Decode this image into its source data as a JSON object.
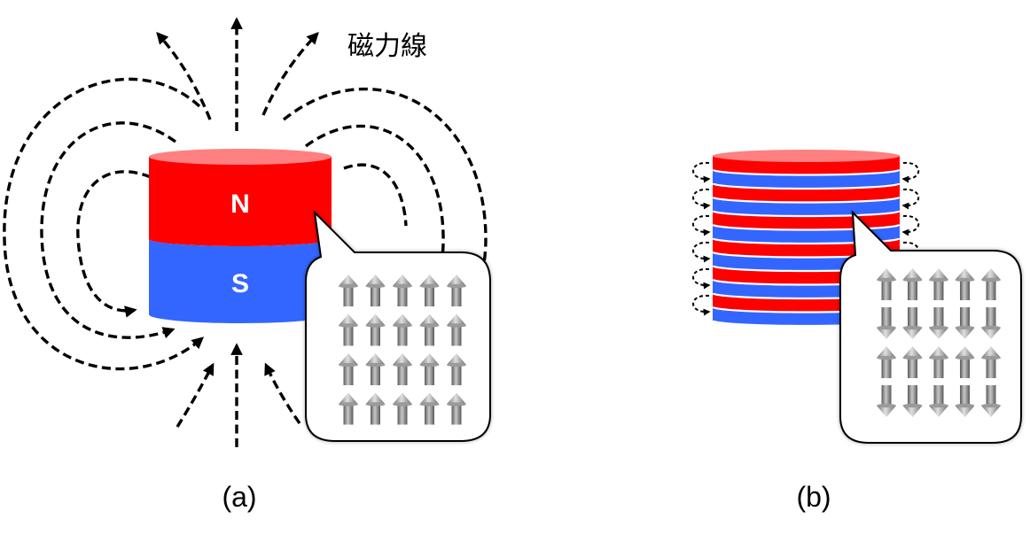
{
  "figure": {
    "field_lines_label": "磁力線",
    "magnet_a": {
      "north_label": "N",
      "south_label": "S"
    },
    "panel_a_label": "(a)",
    "panel_b_label": "(b)",
    "colors": {
      "north": "#ff0000",
      "north_top": "#ff8080",
      "south": "#3366ff",
      "layer_gap": "#ffffff",
      "field_line": "#000000",
      "spin_arrow": "#8c8c8c"
    },
    "spins_a": {
      "rows": 4,
      "cols": 5,
      "directions": [
        "up",
        "up",
        "up",
        "up"
      ]
    },
    "spins_b": {
      "rows": 4,
      "cols": 5,
      "directions": [
        "up",
        "down",
        "up",
        "down"
      ]
    },
    "stack_b": {
      "layer_pairs": 6,
      "layer_order": [
        "red",
        "blue"
      ]
    }
  }
}
